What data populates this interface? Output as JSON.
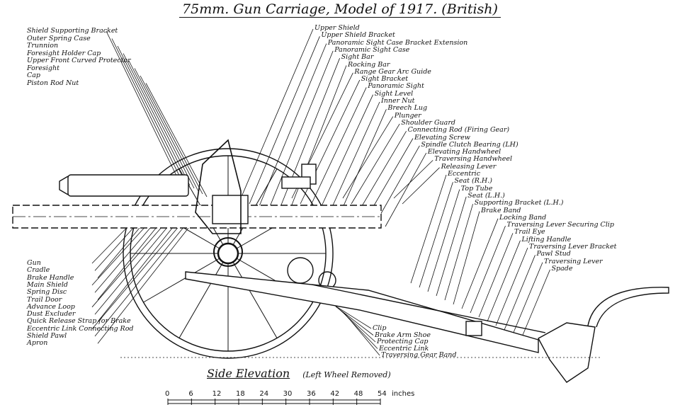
{
  "title": "75mm. Gun Carriage, Model of 1917. (British)",
  "caption": {
    "main": "Side Elevation",
    "sub": "(Left Wheel Removed)"
  },
  "scale": {
    "ticks": [
      "0",
      "6",
      "12",
      "18",
      "24",
      "30",
      "36",
      "42",
      "48",
      "54"
    ],
    "unit": "inches"
  },
  "labels": {
    "left_top": [
      "Shield Supporting Bracket",
      "Outer Spring Case",
      "Trunnion",
      "Foresight Holder Cap",
      "Upper Front Curved Protector",
      "Foresight",
      "Cap",
      "Piston Rod Nut"
    ],
    "left_bottom": [
      "Gun",
      "Cradle",
      "Brake Handle",
      "Main Shield",
      "Spring Disc",
      "Trail Door",
      "Advance Loop",
      "Dust Excluder",
      "Quick Release Strap for Brake",
      "Eccentric Link Connecting Rod",
      "Shield Pawl",
      "Apron"
    ],
    "right_top": [
      "Upper Shield",
      "Upper Shield Bracket",
      "Panoramic Sight Case Bracket Extension",
      "Panoramic Sight Case",
      "Sight Bar",
      "Rocking Bar",
      "Range Gear Arc Guide",
      "Sight Bracket",
      "Panoramic Sight",
      "Sight Level",
      "Inner Nut",
      "Breech Lug",
      "Plunger",
      "Shoulder Guard",
      "Connecting Rod (Firing Gear)",
      "Elevating Screw",
      "Spindle Clutch Bearing (LH)",
      "Elevating Handwheel",
      "Traversing Handwheel",
      "Releasing Lever",
      "Eccentric",
      "Seat (R.H.)",
      "Top Tube",
      "Seat (L.H.)",
      "Supporting Bracket (L.H.)",
      "Brake Band",
      "Locking Band",
      "Traversing Lever Securing Clip",
      "Trail Eye",
      "Lifting Handle",
      "Traversing Lever Bracket",
      "Pawl Stud",
      "Traversing Lever",
      "Spade"
    ],
    "bottom_center": [
      "Clip",
      "Brake Arm Shoe",
      "Protecting Cap",
      "Eccentric Link",
      "Traversing Gear Band"
    ]
  }
}
